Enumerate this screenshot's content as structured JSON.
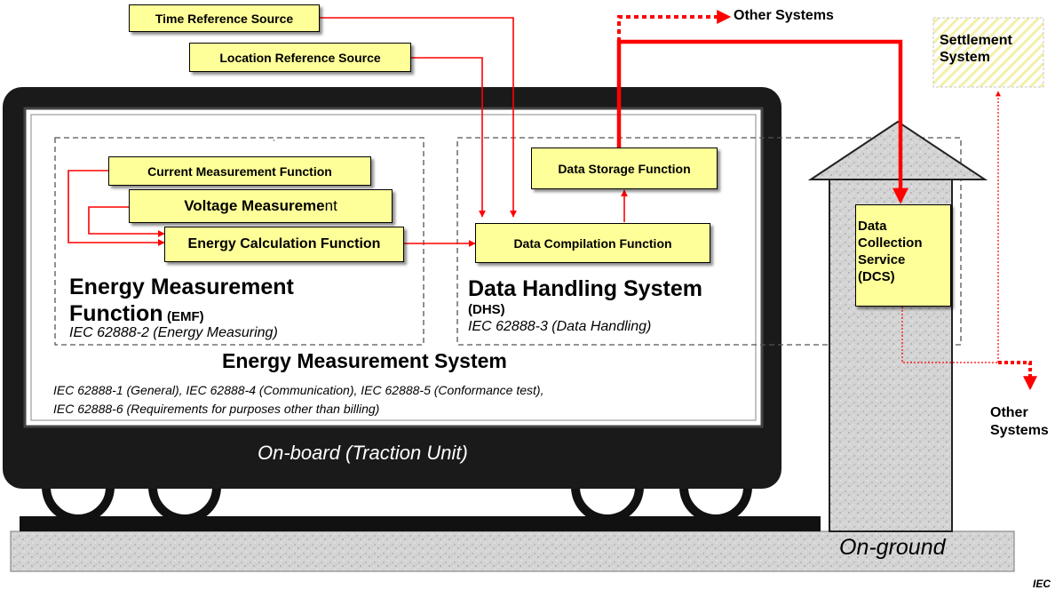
{
  "inputs": {
    "time_ref": "Time Reference Source",
    "location_ref": "Location Reference Source"
  },
  "emf": {
    "current": "Current Measurement Function",
    "voltage_bold": "Voltage Measureme",
    "voltage_rest": "nt",
    "energy_calc": "Energy Calculation Function",
    "title_line1": "Energy Measurement",
    "title_line2": "Function",
    "abbr": "(EMF)",
    "standard": "IEC 62888-2 (Energy Measuring)"
  },
  "dhs": {
    "storage": "Data Storage Function",
    "compilation": "Data Compilation Function",
    "title": "Data Handling System",
    "abbr": "(DHS)",
    "standard": "IEC 62888-3 (Data Handling)"
  },
  "ems": {
    "title": "Energy Measurement System",
    "standards_line1": "IEC 62888-1 (General), IEC 62888-4 (Communication), IEC 62888-5 (Conformance test),",
    "standards_line2": "IEC 62888-6 (Requirements for purposes other than billing)"
  },
  "onboard": "On-board (Traction Unit)",
  "ground": {
    "dcs_lines": [
      "Data",
      "Collection",
      "Service",
      "(DCS)"
    ],
    "label": "On-ground"
  },
  "settlement_lines": [
    "Settlement",
    "System"
  ],
  "other_systems_top": "Other Systems",
  "other_systems_right_lines": [
    "Other",
    "Systems"
  ],
  "footer": "IEC",
  "colors": {
    "flow": "#ff0000",
    "box_fill": "#ffff99",
    "train_body": "#1a1a1a",
    "ground": "#d9d9d9"
  }
}
